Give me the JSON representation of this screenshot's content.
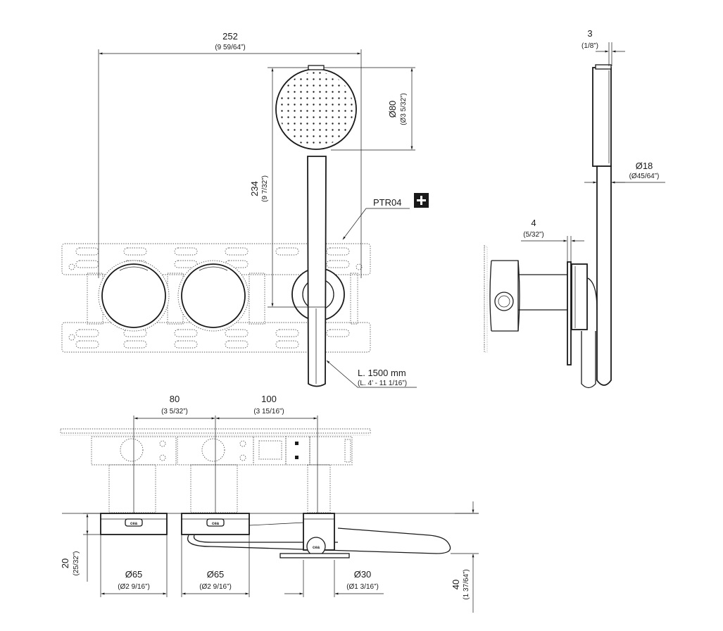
{
  "badge": {
    "label": "PTR04",
    "icon": "plus-icon"
  },
  "brand_mark": "cea",
  "dimensions": {
    "top_width": {
      "main": "252",
      "sub": "(9 59/64”)"
    },
    "head_diameter": {
      "main": "Ø80",
      "sub": "(Ø3 5/32”)"
    },
    "handset_height": {
      "main": "234",
      "sub": "(9 7/32”)"
    },
    "hose_length": {
      "main": "L. 1500 mm",
      "sub": "(L. 4’ - 11 1/16”)"
    },
    "side_thickness": {
      "main": "3",
      "sub": "(1/8”)"
    },
    "handle_diameter": {
      "main": "Ø18",
      "sub": "(Ø45/64”)"
    },
    "plate_offset": {
      "main": "4",
      "sub": "(5/32”)"
    },
    "spacing_left": {
      "main": "80",
      "sub": "(3 5/32”)"
    },
    "spacing_right": {
      "main": "100",
      "sub": "(3 15/16”)"
    },
    "knob_height": {
      "main": "20",
      "sub": "(25/32”)"
    },
    "knob_left_diam": {
      "main": "Ø65",
      "sub": "(Ø2 9/16”)"
    },
    "knob_mid_diam": {
      "main": "Ø65",
      "sub": "(Ø2 9/16”)"
    },
    "holder_diam": {
      "main": "Ø30",
      "sub": "(Ø1 3/16”)"
    },
    "total_projection": {
      "main": "40",
      "sub": "(1 37/64”)"
    }
  }
}
